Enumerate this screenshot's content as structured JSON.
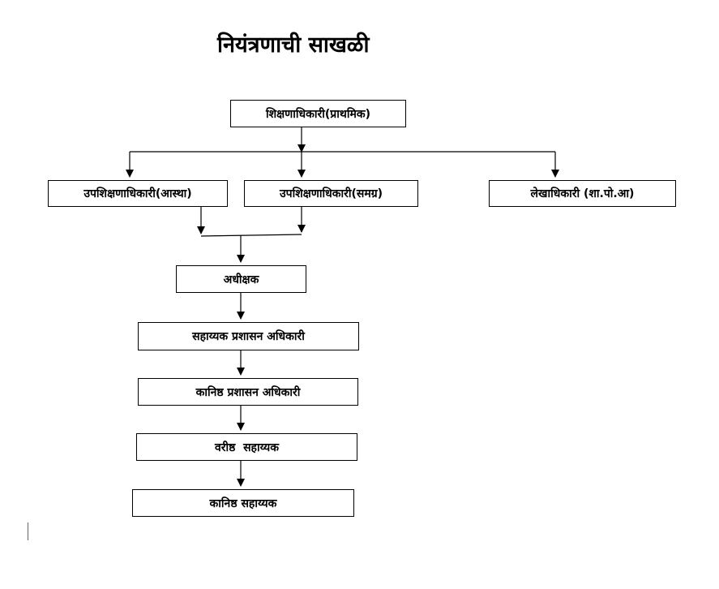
{
  "title": "नियंत्रणाची साखळी",
  "nodes": {
    "root": "शिक्षणाधिकारी(प्राथमिक)",
    "up_astha": "उपशिक्षणाधिकारी(आस्था)",
    "up_samagra": "उपशिक्षणाधिकारी(समग्र)",
    "lekhadhikari": "लेखाधिकारी (शा.पो.आ)",
    "adhikshak": "अधीक्षक",
    "sahayyak_prashasan": "सहाय्यक प्रशासन अधिकारी",
    "kanishtha_prashasan": "कानिष्ठ प्रशासन अधिकारी",
    "varishtha_sahayyak": "वरीष्ठ  सहाय्यक",
    "kanishtha_sahayyak": "कानिष्ठ सहाय्यक"
  }
}
